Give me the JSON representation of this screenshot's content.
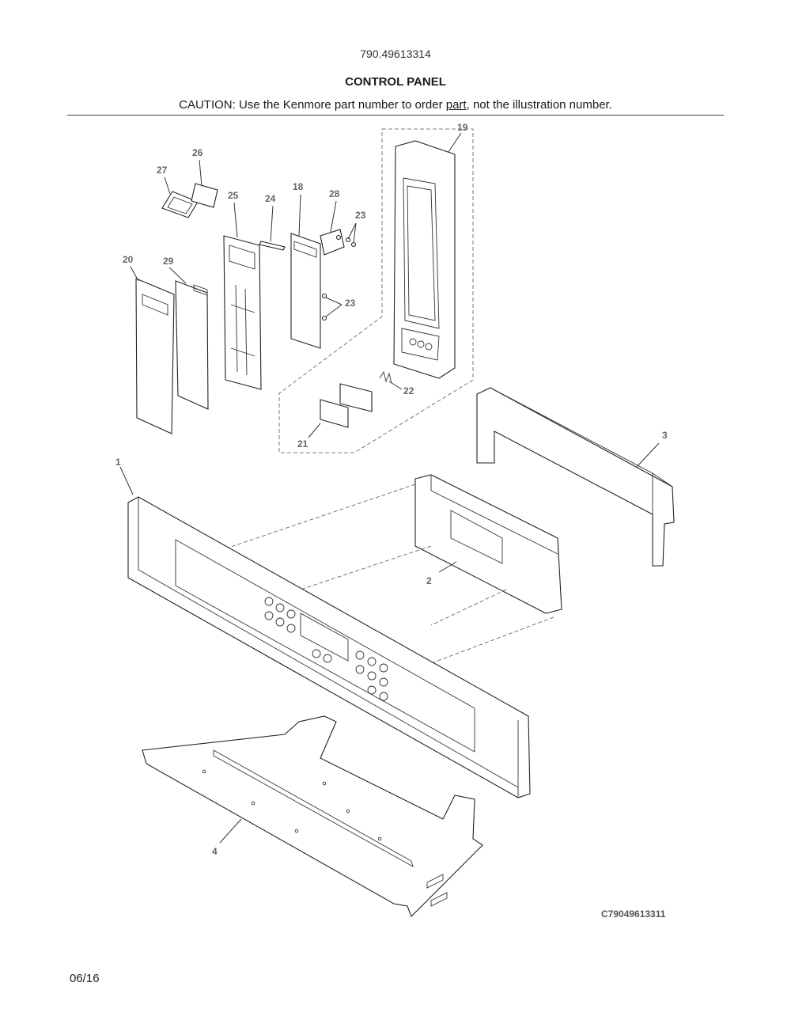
{
  "header": {
    "model_number": "790.49613314",
    "title": "CONTROL PANEL",
    "caution_prefix": "CAUTION: Use the Kenmore part number to order ",
    "caution_link": "part",
    "caution_suffix": ", not the illustration number."
  },
  "callouts": {
    "c1": "1",
    "c2": "2",
    "c3": "3",
    "c4": "4",
    "c18": "18",
    "c19": "19",
    "c20": "20",
    "c21": "21",
    "c22": "22",
    "c23a": "23",
    "c23b": "23",
    "c24": "24",
    "c25": "25",
    "c26": "26",
    "c27": "27",
    "c28": "28",
    "c29": "29"
  },
  "footer": {
    "drawing_code": "C79049613311",
    "date": "06/16"
  }
}
